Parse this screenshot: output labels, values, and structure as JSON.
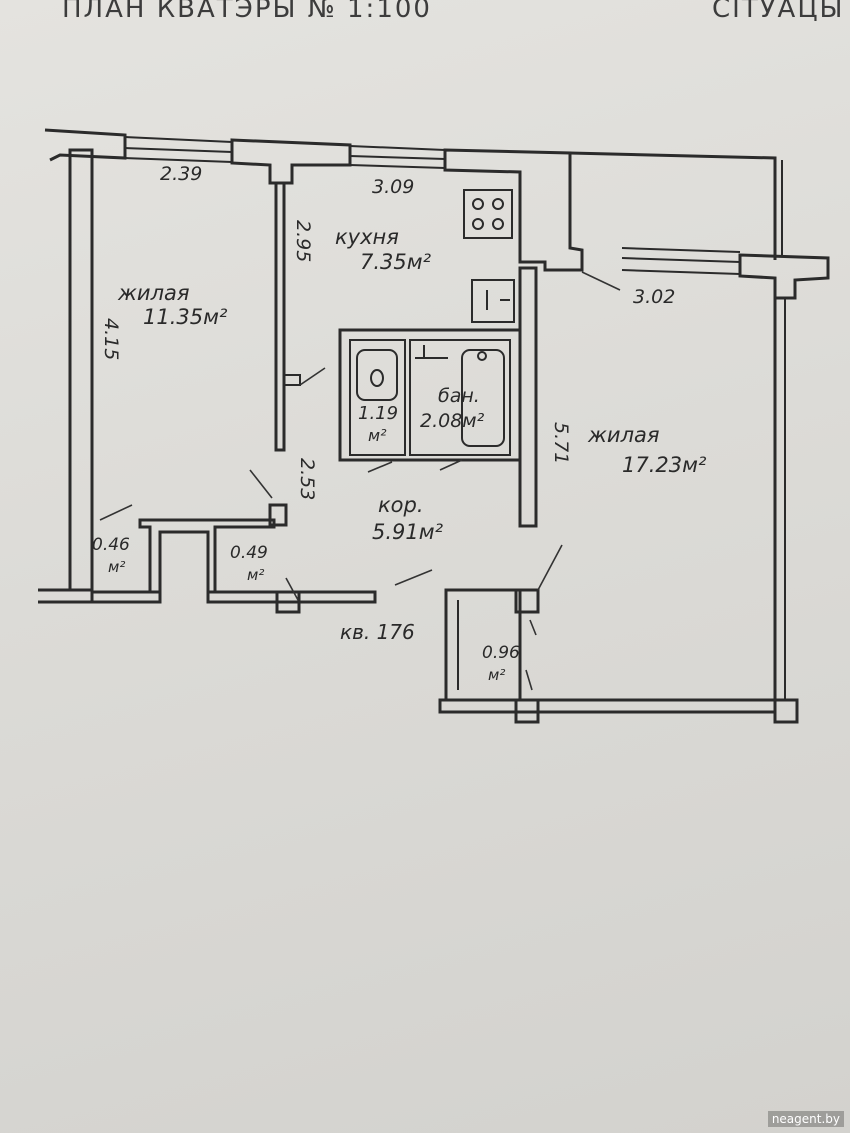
{
  "header": {
    "title": "ПЛАН КВАТЭРЫ №  1:100",
    "right": "СІТУАЦЫ"
  },
  "rooms": {
    "living1": {
      "name": "жилая",
      "area": "11.35м²"
    },
    "kitchen": {
      "name": "кухня",
      "area": "7.35м²"
    },
    "bath": {
      "name": "бан.",
      "area": "2.08м²"
    },
    "wc": {
      "line1": "1.19",
      "line2": "м²"
    },
    "corridor": {
      "name": "кор.",
      "area": "5.91м²"
    },
    "living2": {
      "name": "жилая",
      "area": "17.23м²"
    },
    "closet1": {
      "line1": "0.46",
      "line2": "м²"
    },
    "closet2": {
      "line1": "0.49",
      "line2": "м²"
    },
    "closet3": {
      "line1": "0.96",
      "line2": "м²"
    }
  },
  "dimensions": {
    "d1": "2.39",
    "d2": "3.09",
    "d3": "2.95",
    "d4": "4.15",
    "d5": "3.02",
    "d6": "2.53",
    "d7": "5.71"
  },
  "apartment": "кв. 176",
  "watermark": "neagent.by"
}
